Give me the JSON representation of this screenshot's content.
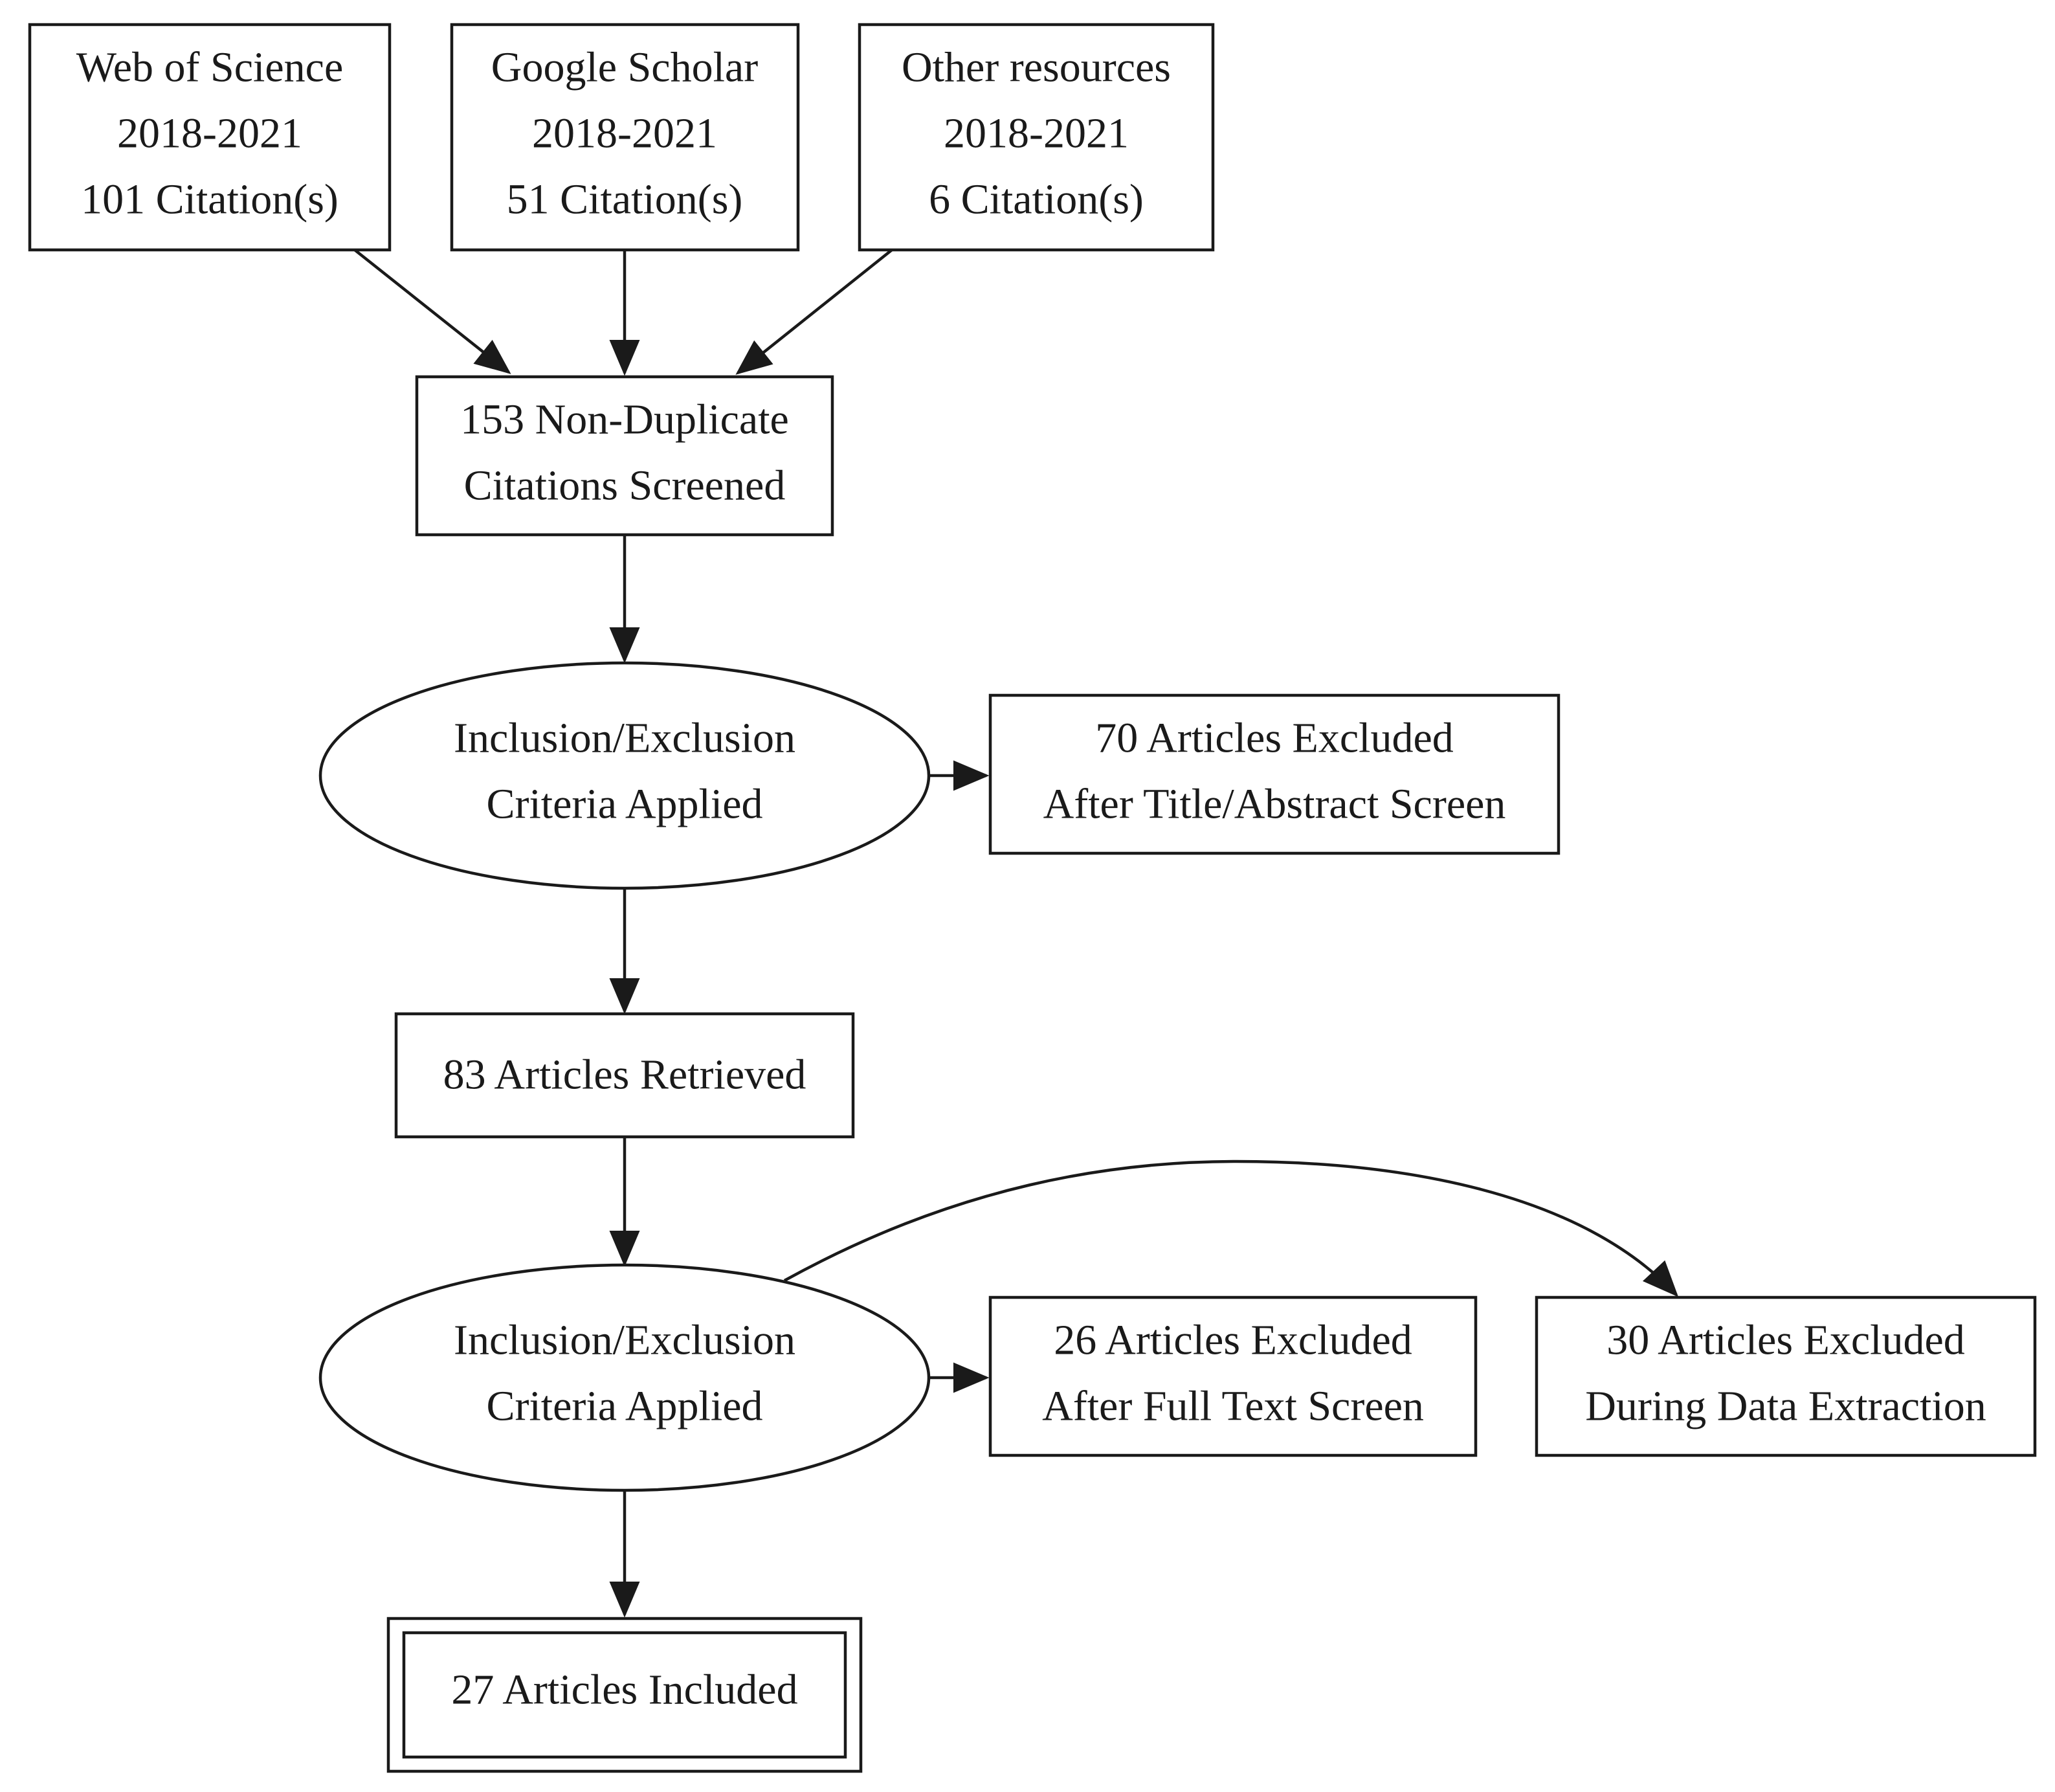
{
  "diagram": {
    "sources": {
      "web_of_science": {
        "line1": "Web of Science",
        "line2": "2018-2021",
        "line3": "101 Citation(s)"
      },
      "google_scholar": {
        "line1": "Google Scholar",
        "line2": "2018-2021",
        "line3": "51 Citation(s)"
      },
      "other_resources": {
        "line1": "Other resources",
        "line2": "2018-2021",
        "line3": "6 Citation(s)"
      }
    },
    "screened": {
      "line1": "153 Non-Duplicate",
      "line2": "Citations Screened"
    },
    "criteria_1": {
      "line1": "Inclusion/Exclusion",
      "line2": "Criteria Applied"
    },
    "excluded_title_abstract": {
      "line1": "70 Articles Excluded",
      "line2": "After Title/Abstract Screen"
    },
    "retrieved": {
      "line1": "83 Articles Retrieved"
    },
    "criteria_2": {
      "line1": "Inclusion/Exclusion",
      "line2": "Criteria Applied"
    },
    "excluded_full_text": {
      "line1": "26 Articles Excluded",
      "line2": "After Full Text Screen"
    },
    "excluded_data_extraction": {
      "line1": "30 Articles Excluded",
      "line2": "During Data Extraction"
    },
    "included": {
      "line1": "27 Articles Included"
    }
  }
}
